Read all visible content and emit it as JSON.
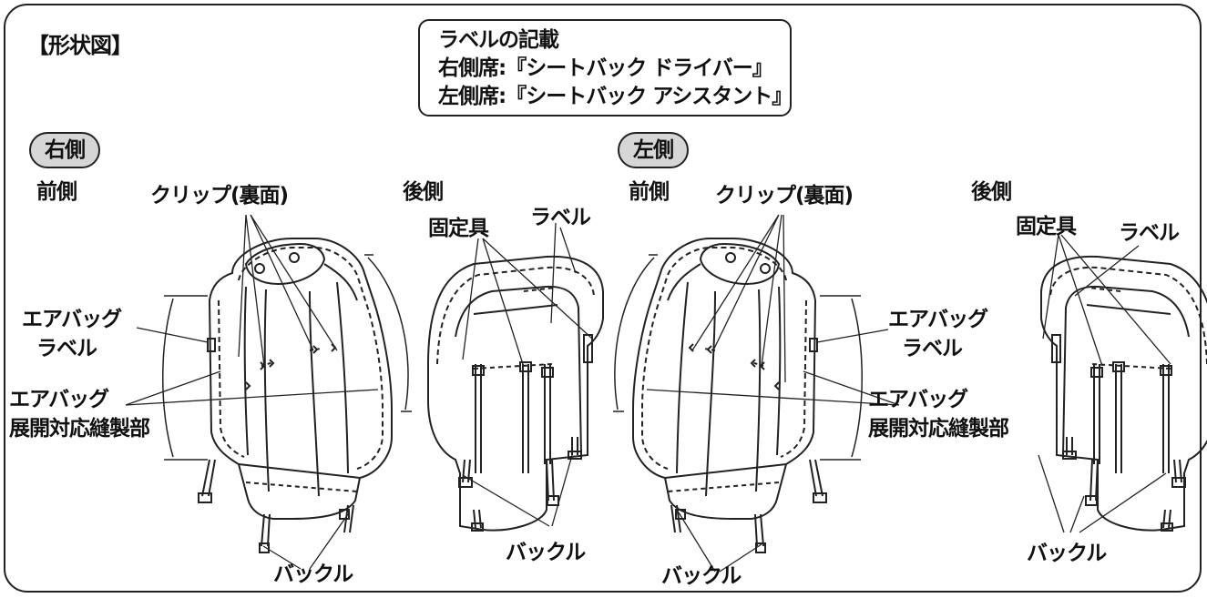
{
  "title": "【形状図】",
  "label_box": {
    "heading": "ラベルの記載",
    "right_line": "右側席:『シートバック ドライバー』",
    "left_line": "左側席:『シートバック アシスタント』"
  },
  "right_side": {
    "badge": "右側",
    "front": "前側",
    "rear": "後側",
    "clip": "クリップ(裏面)",
    "fixture": "固定具",
    "label": "ラベル",
    "airbag_label": [
      "エアバッグ",
      "ラベル"
    ],
    "airbag_seam": [
      "エアバッグ",
      "展開対応縫製部"
    ],
    "buckle_front": "バックル",
    "buckle_rear": "バックル"
  },
  "left_side": {
    "badge": "左側",
    "front": "前側",
    "rear": "後側",
    "clip": "クリップ(裏面)",
    "fixture": "固定具",
    "label": "ラベル",
    "airbag_label": [
      "エアバッグ",
      "ラベル"
    ],
    "airbag_seam": [
      "エアバッグ",
      "展開対応縫製部"
    ],
    "buckle_front": "バックル",
    "buckle_rear": "バックル"
  }
}
